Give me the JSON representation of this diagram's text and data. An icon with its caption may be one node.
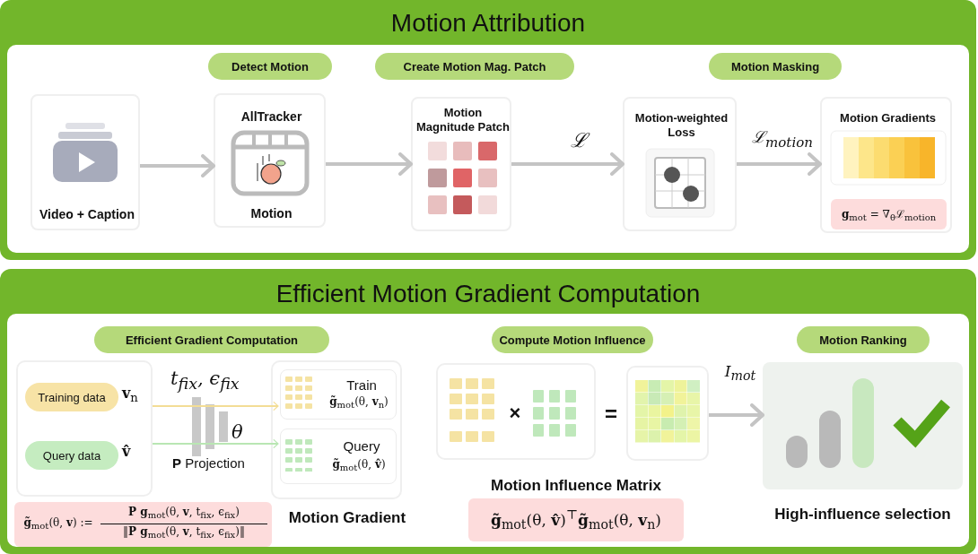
{
  "diagram": {
    "nodes": [
      {
        "text": [
          "Motion Attribution"
        ]
      },
      {
        "text": [
          "Video + Caption"
        ],
        "in": 0
      },
      {
        "text": [
          "Detect Motion"
        ],
        "in": 0
      },
      {
        "text": [
          "AllTracker",
          "Motion"
        ],
        "in": 0
      },
      {
        "text": [
          "Create Motion Mag. Patch"
        ],
        "in": 0
      },
      {
        "text": [
          "Motion Magnitude Patch"
        ],
        "in": 0
      },
      {
        "text": [
          "Motion Masking"
        ],
        "in": 0
      },
      {
        "text": [
          "Motion-weighted Loss"
        ],
        "in": 0
      },
      {
        "text": [
          "Motion Gradients"
        ],
        "in": 0
      },
      {
        "text": [
          "**g**$_{mot}$ = ∇$_{θ}$ℒ$_{motion}$"
        ],
        "in": 8
      },
      {
        "text": [
          "Efficient Motion Gradient Computation"
        ]
      },
      {
        "text": [
          "Efficient Gradient Computation"
        ],
        "in": 10
      },
      {
        "text": [],
        "shape": "box",
        "in": 10
      },
      {
        "text": [
          "Training data"
        ],
        "beside": [
          "**v**$_{n}$"
        ],
        "in": 12
      },
      {
        "text": [
          "Query data"
        ],
        "beside": [
          "**v̂**"
        ],
        "in": 12
      },
      {
        "text": [],
        "shape": "box",
        "in": 10
      },
      {
        "text": [
          "Train",
          "**g̃**$_{mot}$(θ, **v**$_{n}$)"
        ],
        "in": 15
      },
      {
        "text": [
          "Query",
          "**g̃**$_{mot}$(θ, **v̂**)"
        ],
        "in": 15
      },
      {
        "text": [
          "**g̃**$_{mot}$(θ, **v**) :=",
          "**P g**$_{mot}$(θ, **v**, t$_{fix}$, ϵ$_{fix}$)",
          "‖**P g**$_{mot}$(θ, **v**, t$_{fix}$, ϵ$_{fix}$)‖"
        ],
        "beside": [
          "Motion Gradient"
        ],
        "in": 10
      },
      {
        "text": [
          "Compute Motion Influence"
        ],
        "in": 10
      },
      {
        "text": [],
        "shape": "box",
        "in": 10
      },
      {
        "text": [],
        "shape": "box",
        "in": 10
      },
      {
        "text": [
          "**g̃**$_{mot}$(θ, **v̂**)$^{⊤}$**g̃**$_{mot}$(θ, **v**$_{n}$)"
        ],
        "beside": [
          "Motion Influence Matrix"
        ],
        "in": 10
      },
      {
        "text": [
          "Motion Ranking"
        ],
        "in": 10
      },
      {
        "text": [],
        "shape": "box",
        "beside": [
          "High-influence selection"
        ],
        "in": 10
      }
    ],
    "edges": [
      {
        "from": 1,
        "to": 3,
        "arrow": "to"
      },
      {
        "from": 3,
        "to": 5,
        "arrow": "to"
      },
      {
        "from": 5,
        "to": 7,
        "arrow": "to",
        "label": "ℒ"
      },
      {
        "from": 7,
        "to": 8,
        "arrow": "to",
        "label": "ℒ$_{motion}$"
      },
      {
        "from": 12,
        "to": 16,
        "arrow": "to",
        "color": "#f3dd95"
      },
      {
        "from": 12,
        "to": 17,
        "arrow": "to",
        "color": "#b9e6b3"
      },
      {
        "from": 21,
        "to": 24,
        "arrow": "to",
        "label": "I$_{mot}$"
      }
    ],
    "labels": [
      "t$_{fix}$, ϵ$_{fix}$",
      "θ",
      "**P** Projection",
      "×",
      "="
    ]
  }
}
